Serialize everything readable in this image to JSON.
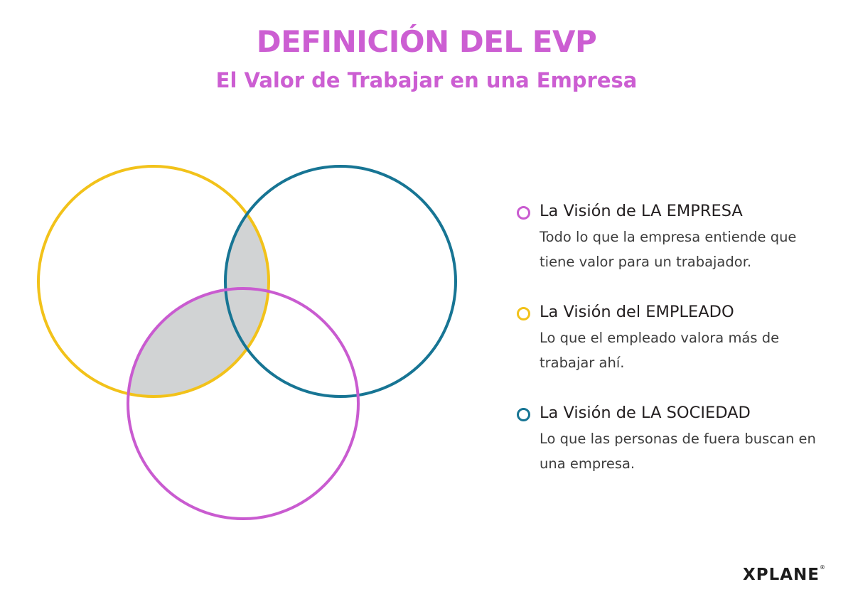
{
  "header": {
    "title": "DEFINICIÓN DEL EVP",
    "subtitle": "El Valor de Trabajar en una Empresa"
  },
  "colors": {
    "empresa": "#c95bd0",
    "empleado": "#f2c21a",
    "sociedad": "#177594",
    "overlap_fill": "#d1d3d4",
    "title": "#cc5ed2"
  },
  "legend": [
    {
      "key": "empresa",
      "title": "La Visión de LA EMPRESA",
      "description": "Todo lo que la empresa entiende que tiene valor para un trabajador."
    },
    {
      "key": "empleado",
      "title": "La Visión del EMPLEADO",
      "description": "Lo que el empleado valora más de trabajar ahí."
    },
    {
      "key": "sociedad",
      "title": "La Visión de LA SOCIEDAD",
      "description": "Lo que las personas de fuera buscan en una empresa."
    }
  ],
  "logo": {
    "text": "XPLANE",
    "mark": "®"
  }
}
